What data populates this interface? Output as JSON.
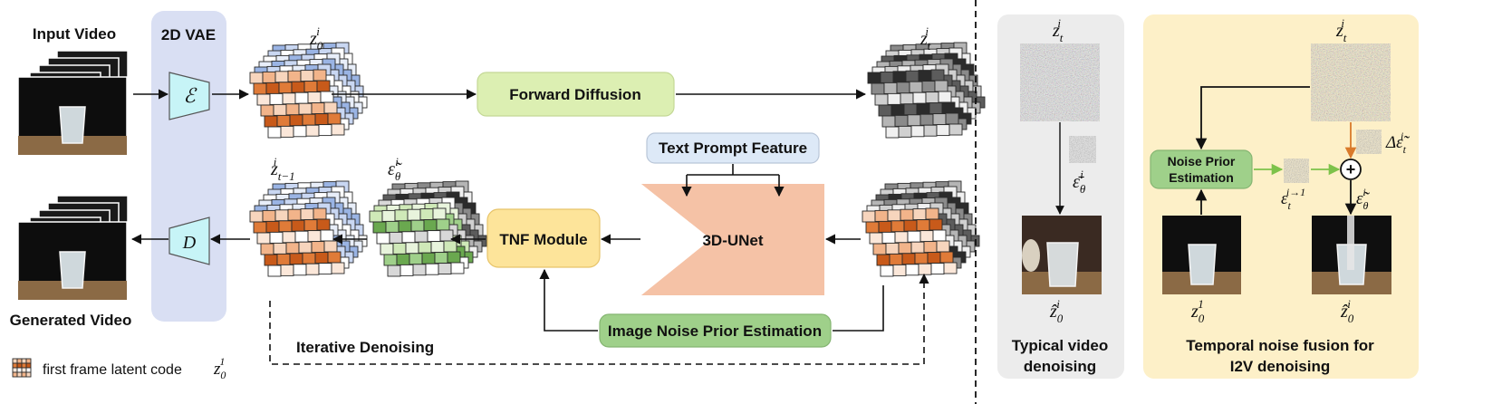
{
  "left": {
    "input_video": "Input Video",
    "vae": "2D VAE",
    "encoder": "ℰ",
    "decoder": "D",
    "generated_video": "Generated Video",
    "forward_diffusion": "Forward Diffusion",
    "text_prompt": "Text Prompt Feature",
    "unet": "3D-UNet",
    "tnf": "TNF Module",
    "inpe": "Image Noise Prior Estimation",
    "iterative": "Iterative Denoising",
    "legend_text": "first frame latent code",
    "z0": {
      "base": "z",
      "sub": "0",
      "sup": "i"
    },
    "zt": {
      "base": "z",
      "sub": "t",
      "sup": "i"
    },
    "zt1": {
      "base": "z",
      "sub": "t−1",
      "sup": "i"
    },
    "eps": {
      "base": "ε̃",
      "sub": "θ",
      "sup": "i"
    },
    "legend_z": {
      "base": "z",
      "sub": "0",
      "sup": "1"
    }
  },
  "mid": {
    "title_line1": "Typical video",
    "title_line2": "denoising",
    "zt": {
      "base": "z",
      "sub": "t",
      "sup": "i"
    },
    "eps": {
      "base": "ε̄",
      "sub": "θ",
      "sup": "i"
    },
    "z0hat": {
      "base": "ẑ",
      "sub": "0",
      "sup": "i"
    }
  },
  "right": {
    "title_line1": "Temporal noise fusion for",
    "title_line2": "I2V denoising",
    "npe_line1": "Noise Prior",
    "npe_line2": "Estimation",
    "zt": {
      "base": "z",
      "sub": "t",
      "sup": "i"
    },
    "delta": {
      "base": "Δε̃",
      "sub": "t",
      "sup": "i"
    },
    "eps_prior": {
      "base": "ε",
      "sub": "t",
      "sup": "i→1"
    },
    "eps": {
      "base": "ε̃",
      "sub": "θ",
      "sup": "i"
    },
    "z01": {
      "base": "z",
      "sub": "0",
      "sup": "1"
    },
    "z0hat": {
      "base": "ẑ",
      "sub": "0",
      "sup": "i"
    },
    "plus": "+"
  },
  "colors": {
    "vae_panel": "#d9dff3",
    "encoder_fill": "#c7f4f7",
    "forward_fill": "#dcefb2",
    "text_fill": "#dde9f7",
    "unet_fill": "#f5c2a6",
    "tnf_fill": "#fde49a",
    "inpe_fill": "#9fd08a",
    "mid_panel": "#ececec",
    "right_panel": "#fdf0c8",
    "orange_arrow": "#d97a2b",
    "green_arrow": "#7dc24a"
  }
}
